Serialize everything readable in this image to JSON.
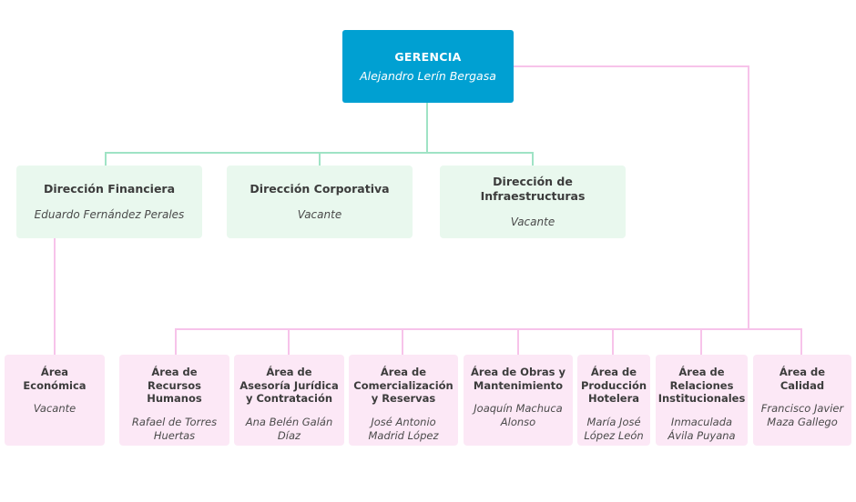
{
  "colors": {
    "executive_fill": "#00a0d2",
    "executive_text": "#ffffff",
    "direction_fill": "#e9f8ee",
    "direction_connector": "#9fe3c5",
    "area_fill": "#fce8f6",
    "area_connector": "#f7c3ea",
    "body_text": "#3c3c3c",
    "background": "#ffffff"
  },
  "org": {
    "executive": {
      "role": "GERENCIA",
      "person": "Alejandro Lerín Bergasa"
    },
    "directions": [
      {
        "role": "Dirección Financiera",
        "person": "Eduardo Fernández Perales"
      },
      {
        "role": "Dirección Corporativa",
        "person": "Vacante"
      },
      {
        "role": "Dirección de Infraestructuras",
        "person": "Vacante"
      }
    ],
    "areas": [
      {
        "role": "Área Económica",
        "person": "Vacante"
      },
      {
        "role": "Área de Recursos Humanos",
        "person": "Rafael de Torres Huertas"
      },
      {
        "role": "Área de Asesoría Jurídica y Contratación",
        "person": "Ana Belén Galán Díaz"
      },
      {
        "role": "Área de Comercialización y Reservas",
        "person": "José Antonio Madrid López"
      },
      {
        "role": "Área de Obras y Mantenimiento",
        "person": "Joaquín Machuca Alonso"
      },
      {
        "role": "Área de Producción Hotelera",
        "person": "María José López León"
      },
      {
        "role": "Área de Relaciones Institucionales",
        "person": "Inmaculada Ávila Puyana"
      },
      {
        "role": "Área de Calidad",
        "person": "Francisco Javier Maza Gallego"
      }
    ]
  }
}
